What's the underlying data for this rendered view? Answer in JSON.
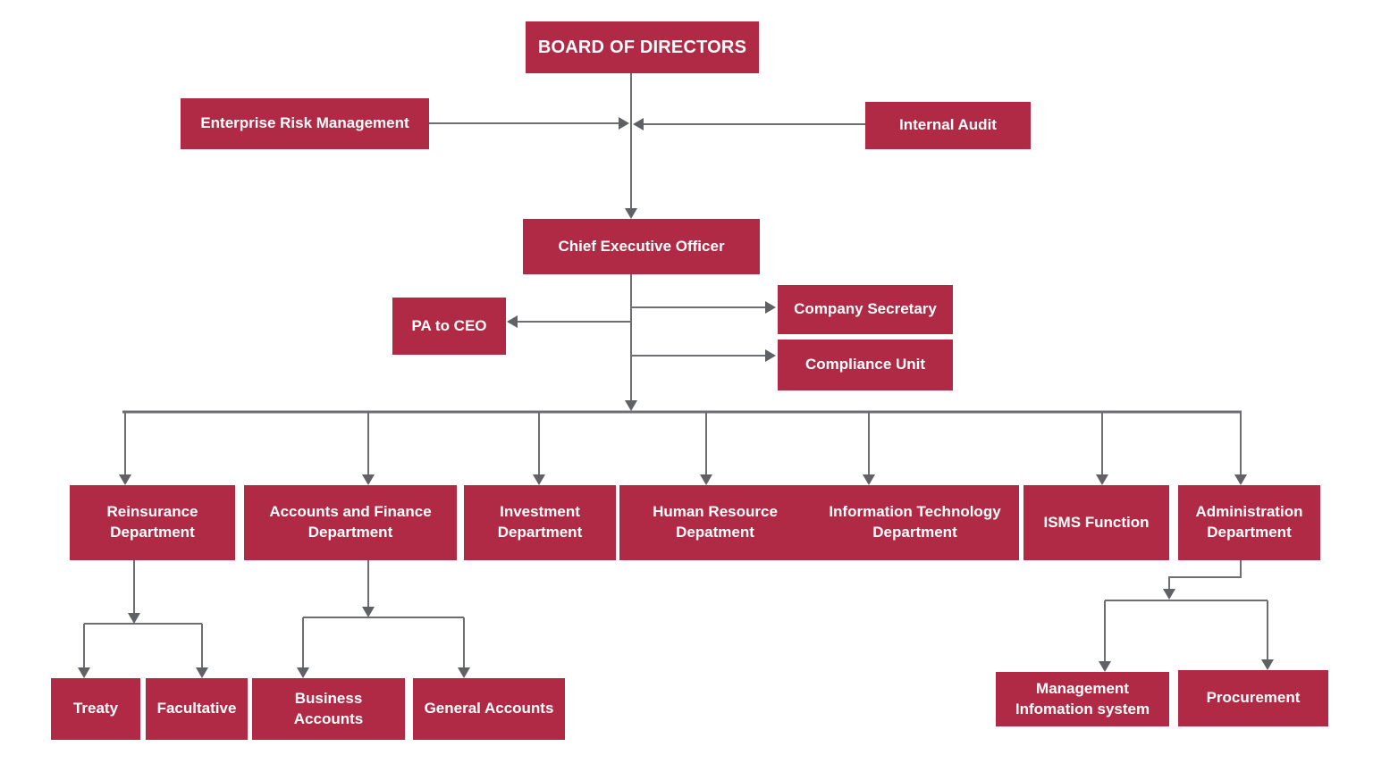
{
  "colors": {
    "box_fill": "#B12A45",
    "box_text": "#FFFFFF",
    "line": "#6D6E71",
    "arrowhead": "#606164",
    "background": "#FFFFFF"
  },
  "nodes": {
    "board_of_directors": {
      "label": "BOARD OF DIRECTORS"
    },
    "enterprise_risk_management": {
      "label": "Enterprise Risk Management"
    },
    "internal_audit": {
      "label": "Internal Audit"
    },
    "chief_executive_officer": {
      "label": "Chief Executive Officer"
    },
    "pa_to_ceo": {
      "label": "PA to CEO"
    },
    "company_secretary": {
      "label": "Company Secretary"
    },
    "compliance_unit": {
      "label": "Compliance Unit"
    },
    "reinsurance_department": {
      "label": "Reinsurance Department"
    },
    "accounts_and_finance_department": {
      "label": "Accounts and Finance Department"
    },
    "investment_department": {
      "label": "Investment Department"
    },
    "human_resource_department": {
      "label": "Human Resource Depatment"
    },
    "information_technology_department": {
      "label": "Information Technology Department"
    },
    "isms_function": {
      "label": "ISMS Function"
    },
    "administration_department": {
      "label": "Administration Department"
    },
    "treaty": {
      "label": "Treaty"
    },
    "facultative": {
      "label": "Facultative"
    },
    "business_accounts": {
      "label": "Business Accounts"
    },
    "general_accounts": {
      "label": "General Accounts"
    },
    "management_information_system": {
      "label": "Management Infomation system"
    },
    "procurement": {
      "label": "Procurement"
    }
  },
  "edges": [
    {
      "from": "board_of_directors",
      "to": "chief_executive_officer"
    },
    {
      "from": "enterprise_risk_management",
      "to": "board_ceo_reporting_line"
    },
    {
      "from": "internal_audit",
      "to": "board_ceo_reporting_line"
    },
    {
      "from": "chief_executive_officer",
      "to": "pa_to_ceo"
    },
    {
      "from": "chief_executive_officer",
      "to": "company_secretary"
    },
    {
      "from": "chief_executive_officer",
      "to": "compliance_unit"
    },
    {
      "from": "chief_executive_officer",
      "to": "reinsurance_department"
    },
    {
      "from": "chief_executive_officer",
      "to": "accounts_and_finance_department"
    },
    {
      "from": "chief_executive_officer",
      "to": "investment_department"
    },
    {
      "from": "chief_executive_officer",
      "to": "human_resource_department"
    },
    {
      "from": "chief_executive_officer",
      "to": "information_technology_department"
    },
    {
      "from": "chief_executive_officer",
      "to": "isms_function"
    },
    {
      "from": "chief_executive_officer",
      "to": "administration_department"
    },
    {
      "from": "reinsurance_department",
      "to": "treaty"
    },
    {
      "from": "reinsurance_department",
      "to": "facultative"
    },
    {
      "from": "accounts_and_finance_department",
      "to": "business_accounts"
    },
    {
      "from": "accounts_and_finance_department",
      "to": "general_accounts"
    },
    {
      "from": "administration_department",
      "to": "management_information_system"
    },
    {
      "from": "administration_department",
      "to": "procurement"
    }
  ]
}
